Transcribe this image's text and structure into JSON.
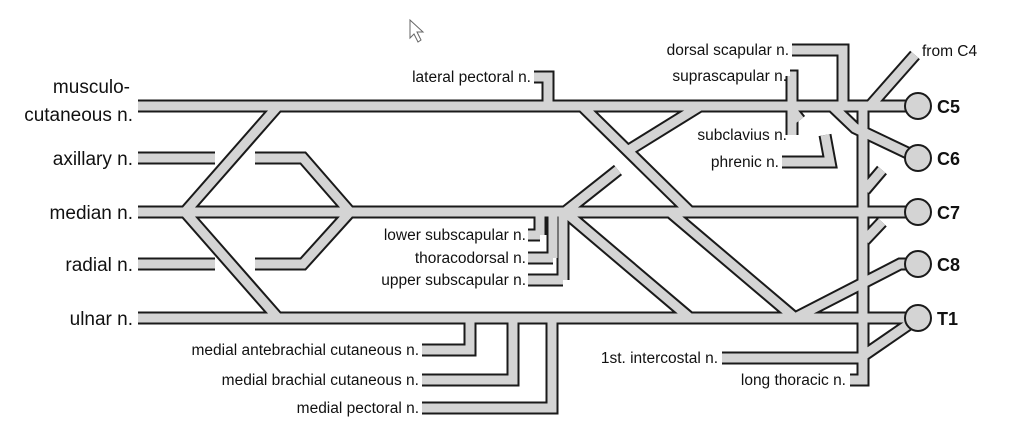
{
  "roots": [
    "C5",
    "C6",
    "C7",
    "C8",
    "T1",
    "from C4"
  ],
  "terminal_nerves": {
    "musculo_1": "musculo-",
    "musculo_2": "cutaneous n.",
    "axillary": "axillary n.",
    "median": "median n.",
    "radial": "radial n.",
    "ulnar": "ulnar n."
  },
  "branches": {
    "dorsal_scapular": "dorsal scapular n.",
    "lateral_pectoral": "lateral pectoral n.",
    "suprascapular": "suprascapular n.",
    "subclavius": "subclavius n.",
    "phrenic": "phrenic n.",
    "lower_subscapular": "lower subscapular n.",
    "thoracodorsal": "thoracodorsal n.",
    "upper_subscapular": "upper subscapular n.",
    "medial_antebrachial": "medial antebrachial cutaneous n.",
    "medial_brachial": "medial brachial cutaneous n.",
    "medial_pectoral": "medial pectoral n.",
    "intercostal": "1st. intercostal n.",
    "long_thoracic": "long thoracic n."
  },
  "colors": {
    "nerve_fill": "#d4d4d4",
    "nerve_outline": "#1a1a1a"
  }
}
